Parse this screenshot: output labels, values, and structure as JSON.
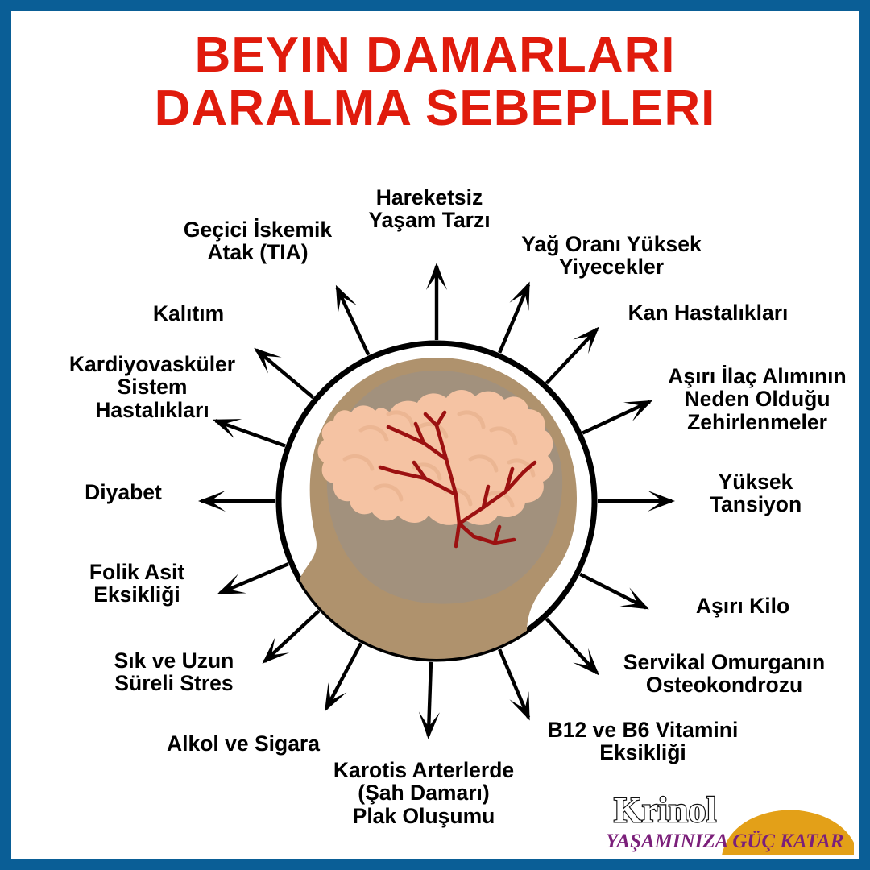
{
  "theme": {
    "border_color": "#0a5e96",
    "title_color": "#e01b0c",
    "label_color": "#000000",
    "background": "#ffffff",
    "head_color": "#af926d",
    "skull_inner_color": "#9b9188",
    "brain_color": "#f5c3a3",
    "vessel_color": "#9c1111",
    "logo_accent": "#e3a018",
    "logo_tagline_color": "#7b1f7a"
  },
  "title": {
    "line1": "BEYIN DAMARLARI",
    "line2": "DARALMA SEBEPLERI"
  },
  "center": {
    "illustration_name": "head-with-brain-vessels",
    "caption": ""
  },
  "causes": [
    {
      "id": "hareketsiz-yasam-tarzi",
      "label": "Hareketsiz\nYaşam Tarzı",
      "angle_deg": -90
    },
    {
      "id": "gecici-iskemik-atak",
      "label": "Geçici İskemik\nAtak (TIA)",
      "angle_deg": -115
    },
    {
      "id": "kalitim",
      "label": "Kalıtım",
      "angle_deg": -140
    },
    {
      "id": "kardiyovaskuler-sistem",
      "label": "Kardiyovasküler\nSistem\nHastalıkları",
      "angle_deg": -160
    },
    {
      "id": "diyabet",
      "label": "Diyabet",
      "angle_deg": 180
    },
    {
      "id": "folik-asit-eksikligi",
      "label": "Folik Asit\nEksikliği",
      "angle_deg": 157
    },
    {
      "id": "sik-ve-uzun-sureli-stres",
      "label": "Sık ve Uzun\nSüreli Stres",
      "angle_deg": 137
    },
    {
      "id": "alkol-ve-sigara",
      "label": "Alkol ve Sigara",
      "angle_deg": 118
    },
    {
      "id": "karotis-arterlerde-plak",
      "label": "Karotis Arterlerde\n(Şah Damarı)\nPlak Oluşumu",
      "angle_deg": 92
    },
    {
      "id": "b12-b6-vitamini",
      "label": "B12 ve B6 Vitamini\nEksikliği",
      "angle_deg": 67
    },
    {
      "id": "servikal-omurga",
      "label": "Servikal Omurganın\nOsteokondrozu",
      "angle_deg": 47
    },
    {
      "id": "asiri-kilo",
      "label": "Aşırı Kilo",
      "angle_deg": 27
    },
    {
      "id": "yuksek-tansiyon",
      "label": "Yüksek\nTansiyon",
      "angle_deg": 0
    },
    {
      "id": "asiri-ilac-zehirlenme",
      "label": "Aşırı İlaç Alımının\nNeden Olduğu\nZehirlenmeler",
      "angle_deg": -25
    },
    {
      "id": "kan-hastaliklari",
      "label": "Kan Hastalıkları",
      "angle_deg": -47
    },
    {
      "id": "yag-orani-yuksek",
      "label": "Yağ Oranı Yüksek\nYiyecekler",
      "angle_deg": -67
    }
  ],
  "logo": {
    "brand": "Krinol",
    "tagline": "YAŞAMINIZA GÜÇ KATAR"
  }
}
